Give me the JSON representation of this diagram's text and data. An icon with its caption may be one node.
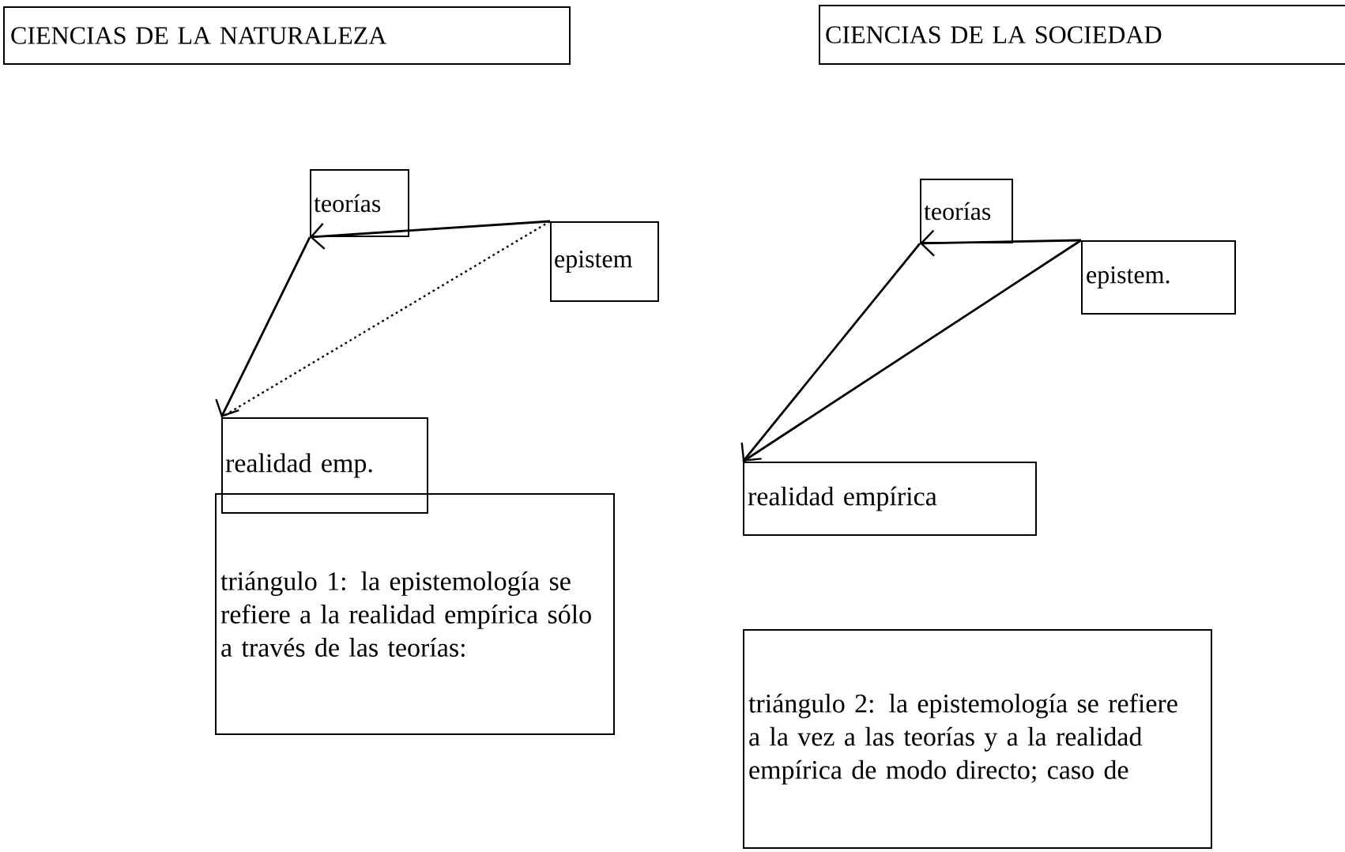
{
  "diagram": {
    "nodes": [
      {
        "text": [
          "CIENCIAS DE LA NATURALEZA"
        ]
      },
      {
        "text": [
          "teorías"
        ]
      },
      {
        "text": [
          "epistem"
        ]
      },
      {
        "text": [
          "realidad emp."
        ]
      },
      {
        "text": [
          "triángulo 1: la epistemología se refiere a la realidad empírica sólo a través de las teorías:"
        ]
      },
      {
        "text": [
          "CIENCIAS DE LA SOCIEDAD"
        ]
      },
      {
        "text": [
          "teorías"
        ]
      },
      {
        "text": [
          "epistem."
        ]
      },
      {
        "text": [
          "realidad empírica"
        ]
      },
      {
        "text": [
          "triángulo 2: la epistemología se refiere a la vez a las teorías y a la realidad empírica de modo directo; caso de"
        ]
      }
    ],
    "edges": [
      {
        "from": 2,
        "to": 1,
        "arrow": "to"
      },
      {
        "from": 1,
        "to": 3,
        "arrow": "to"
      },
      {
        "from": 2,
        "to": 3,
        "arrow": "none",
        "style": "dashed"
      },
      {
        "from": 7,
        "to": 6,
        "arrow": "to"
      },
      {
        "from": 6,
        "to": 8,
        "arrow": "to"
      },
      {
        "from": 7,
        "to": 8,
        "arrow": "none"
      }
    ]
  }
}
